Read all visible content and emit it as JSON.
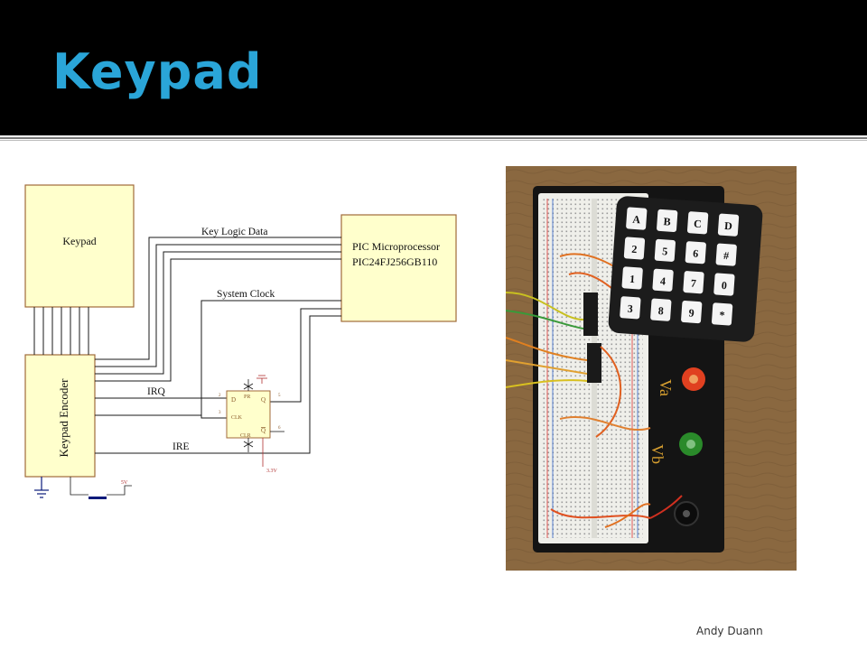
{
  "slide": {
    "title": "Keypad",
    "author": "Andy Duann"
  },
  "schematic": {
    "keypad_block": "Keypad",
    "encoder_block": "Keypad Encoder",
    "mcu_line1": "PIC Microprocessor",
    "mcu_line2": "PIC24FJ256GB110",
    "key_logic_label": "Key Logic Data",
    "system_clock_label": "System Clock",
    "irq_label": "IRQ",
    "ire_label": "IRE",
    "ff_d": "D",
    "ff_clk": "CLK",
    "ff_q": "Q",
    "ff_qbar": "Q",
    "ff_pr": "PR",
    "ff_clr": "CLR",
    "pin_2": "2",
    "pin_3": "3",
    "pin_5": "5",
    "pin_6": "6",
    "supply_5v": "5V",
    "supply_33v": "3.3V"
  },
  "photo": {
    "keys": [
      "A",
      "B",
      "C",
      "D",
      "2",
      "5",
      "6",
      "#",
      "1",
      "4",
      "7",
      "0",
      "3",
      "8",
      "9",
      "*"
    ],
    "va_label": "Va",
    "vb_label": "Vb"
  },
  "colors": {
    "title": "#2aa5d8",
    "block_fill": "#ffffcc",
    "block_border": "#a06a3a",
    "wire": "#1a1a1a",
    "ground": "#0a1a7a",
    "supply": "#b03030"
  }
}
